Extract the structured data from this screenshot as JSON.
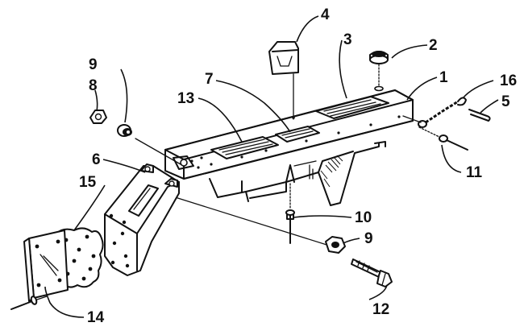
{
  "callouts": {
    "c1": "1",
    "c2": "2",
    "c3": "3",
    "c4": "4",
    "c5": "5",
    "c6": "6",
    "c7": "7",
    "c8": "8",
    "c9a": "9",
    "c9b": "9",
    "c10": "10",
    "c11": "11",
    "c12": "12",
    "c13": "13",
    "c14": "14",
    "c15": "15",
    "c16": "16"
  }
}
